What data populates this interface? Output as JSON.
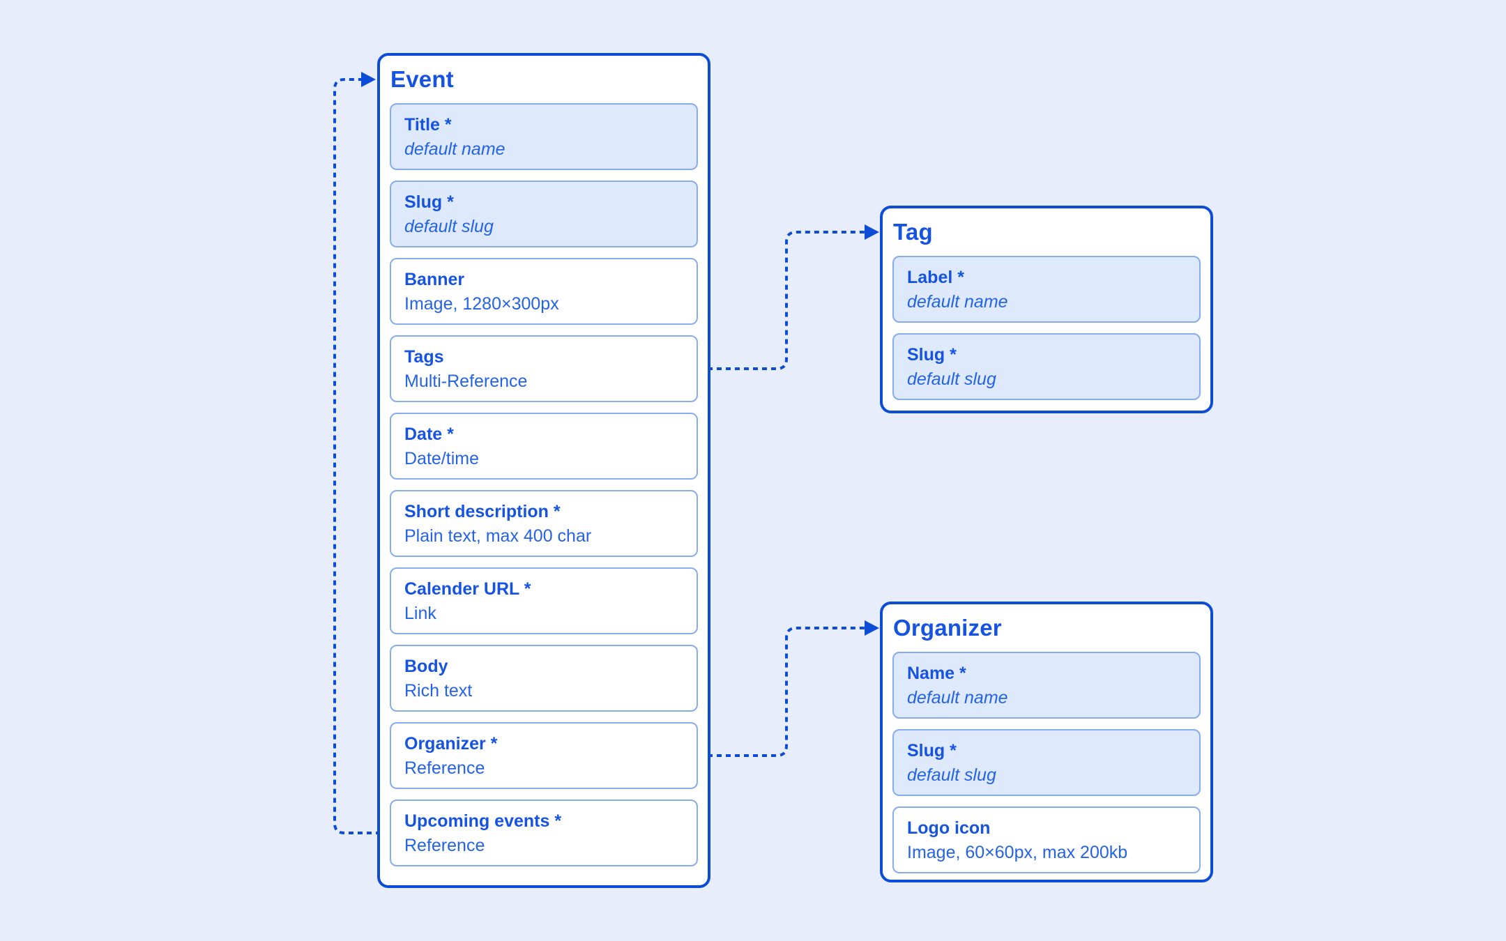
{
  "colors": {
    "page_bg": "#e7edfb",
    "card_bg": "#ffffff",
    "accent_border": "#0d4cd6",
    "accent_text": "#1553e0",
    "value_text": "#2463e6",
    "field_border": "#86abf0",
    "field_fill": "#dfe9fc"
  },
  "entities": [
    {
      "id": "event",
      "title": "Event",
      "fields": [
        {
          "label": "Title *",
          "value": "default name",
          "filled": true,
          "italic": true
        },
        {
          "label": "Slug *",
          "value": "default slug",
          "filled": true,
          "italic": true
        },
        {
          "label": "Banner",
          "value": "Image, 1280×300px",
          "filled": false,
          "italic": false
        },
        {
          "label": "Tags",
          "value": "Multi-Reference",
          "filled": false,
          "italic": false
        },
        {
          "label": "Date *",
          "value": "Date/time",
          "filled": false,
          "italic": false
        },
        {
          "label": "Short description *",
          "value": "Plain text, max 400 char",
          "filled": false,
          "italic": false
        },
        {
          "label": "Calender URL *",
          "value": "Link",
          "filled": false,
          "italic": false
        },
        {
          "label": "Body",
          "value": "Rich text",
          "filled": false,
          "italic": false
        },
        {
          "label": "Organizer *",
          "value": "Reference",
          "filled": false,
          "italic": false
        },
        {
          "label": "Upcoming events *",
          "value": "Reference",
          "filled": false,
          "italic": false
        }
      ]
    },
    {
      "id": "tag",
      "title": "Tag",
      "fields": [
        {
          "label": "Label *",
          "value": "default name",
          "filled": true,
          "italic": true
        },
        {
          "label": "Slug *",
          "value": "default slug",
          "filled": true,
          "italic": true
        }
      ]
    },
    {
      "id": "organizer",
      "title": "Organizer",
      "fields": [
        {
          "label": "Name *",
          "value": "default name",
          "filled": true,
          "italic": true
        },
        {
          "label": "Slug *",
          "value": "default slug",
          "filled": true,
          "italic": true
        },
        {
          "label": "Logo icon",
          "value": "Image, 60×60px, max 200kb",
          "filled": false,
          "italic": false
        }
      ]
    }
  ],
  "connections": [
    {
      "from": "Event.Tags",
      "to": "Tag",
      "style": "dashed-arrow"
    },
    {
      "from": "Event.Organizer",
      "to": "Organizer",
      "style": "dashed-arrow"
    },
    {
      "from": "Event.Upcoming events",
      "to": "Event",
      "style": "dashed-arrow"
    }
  ]
}
